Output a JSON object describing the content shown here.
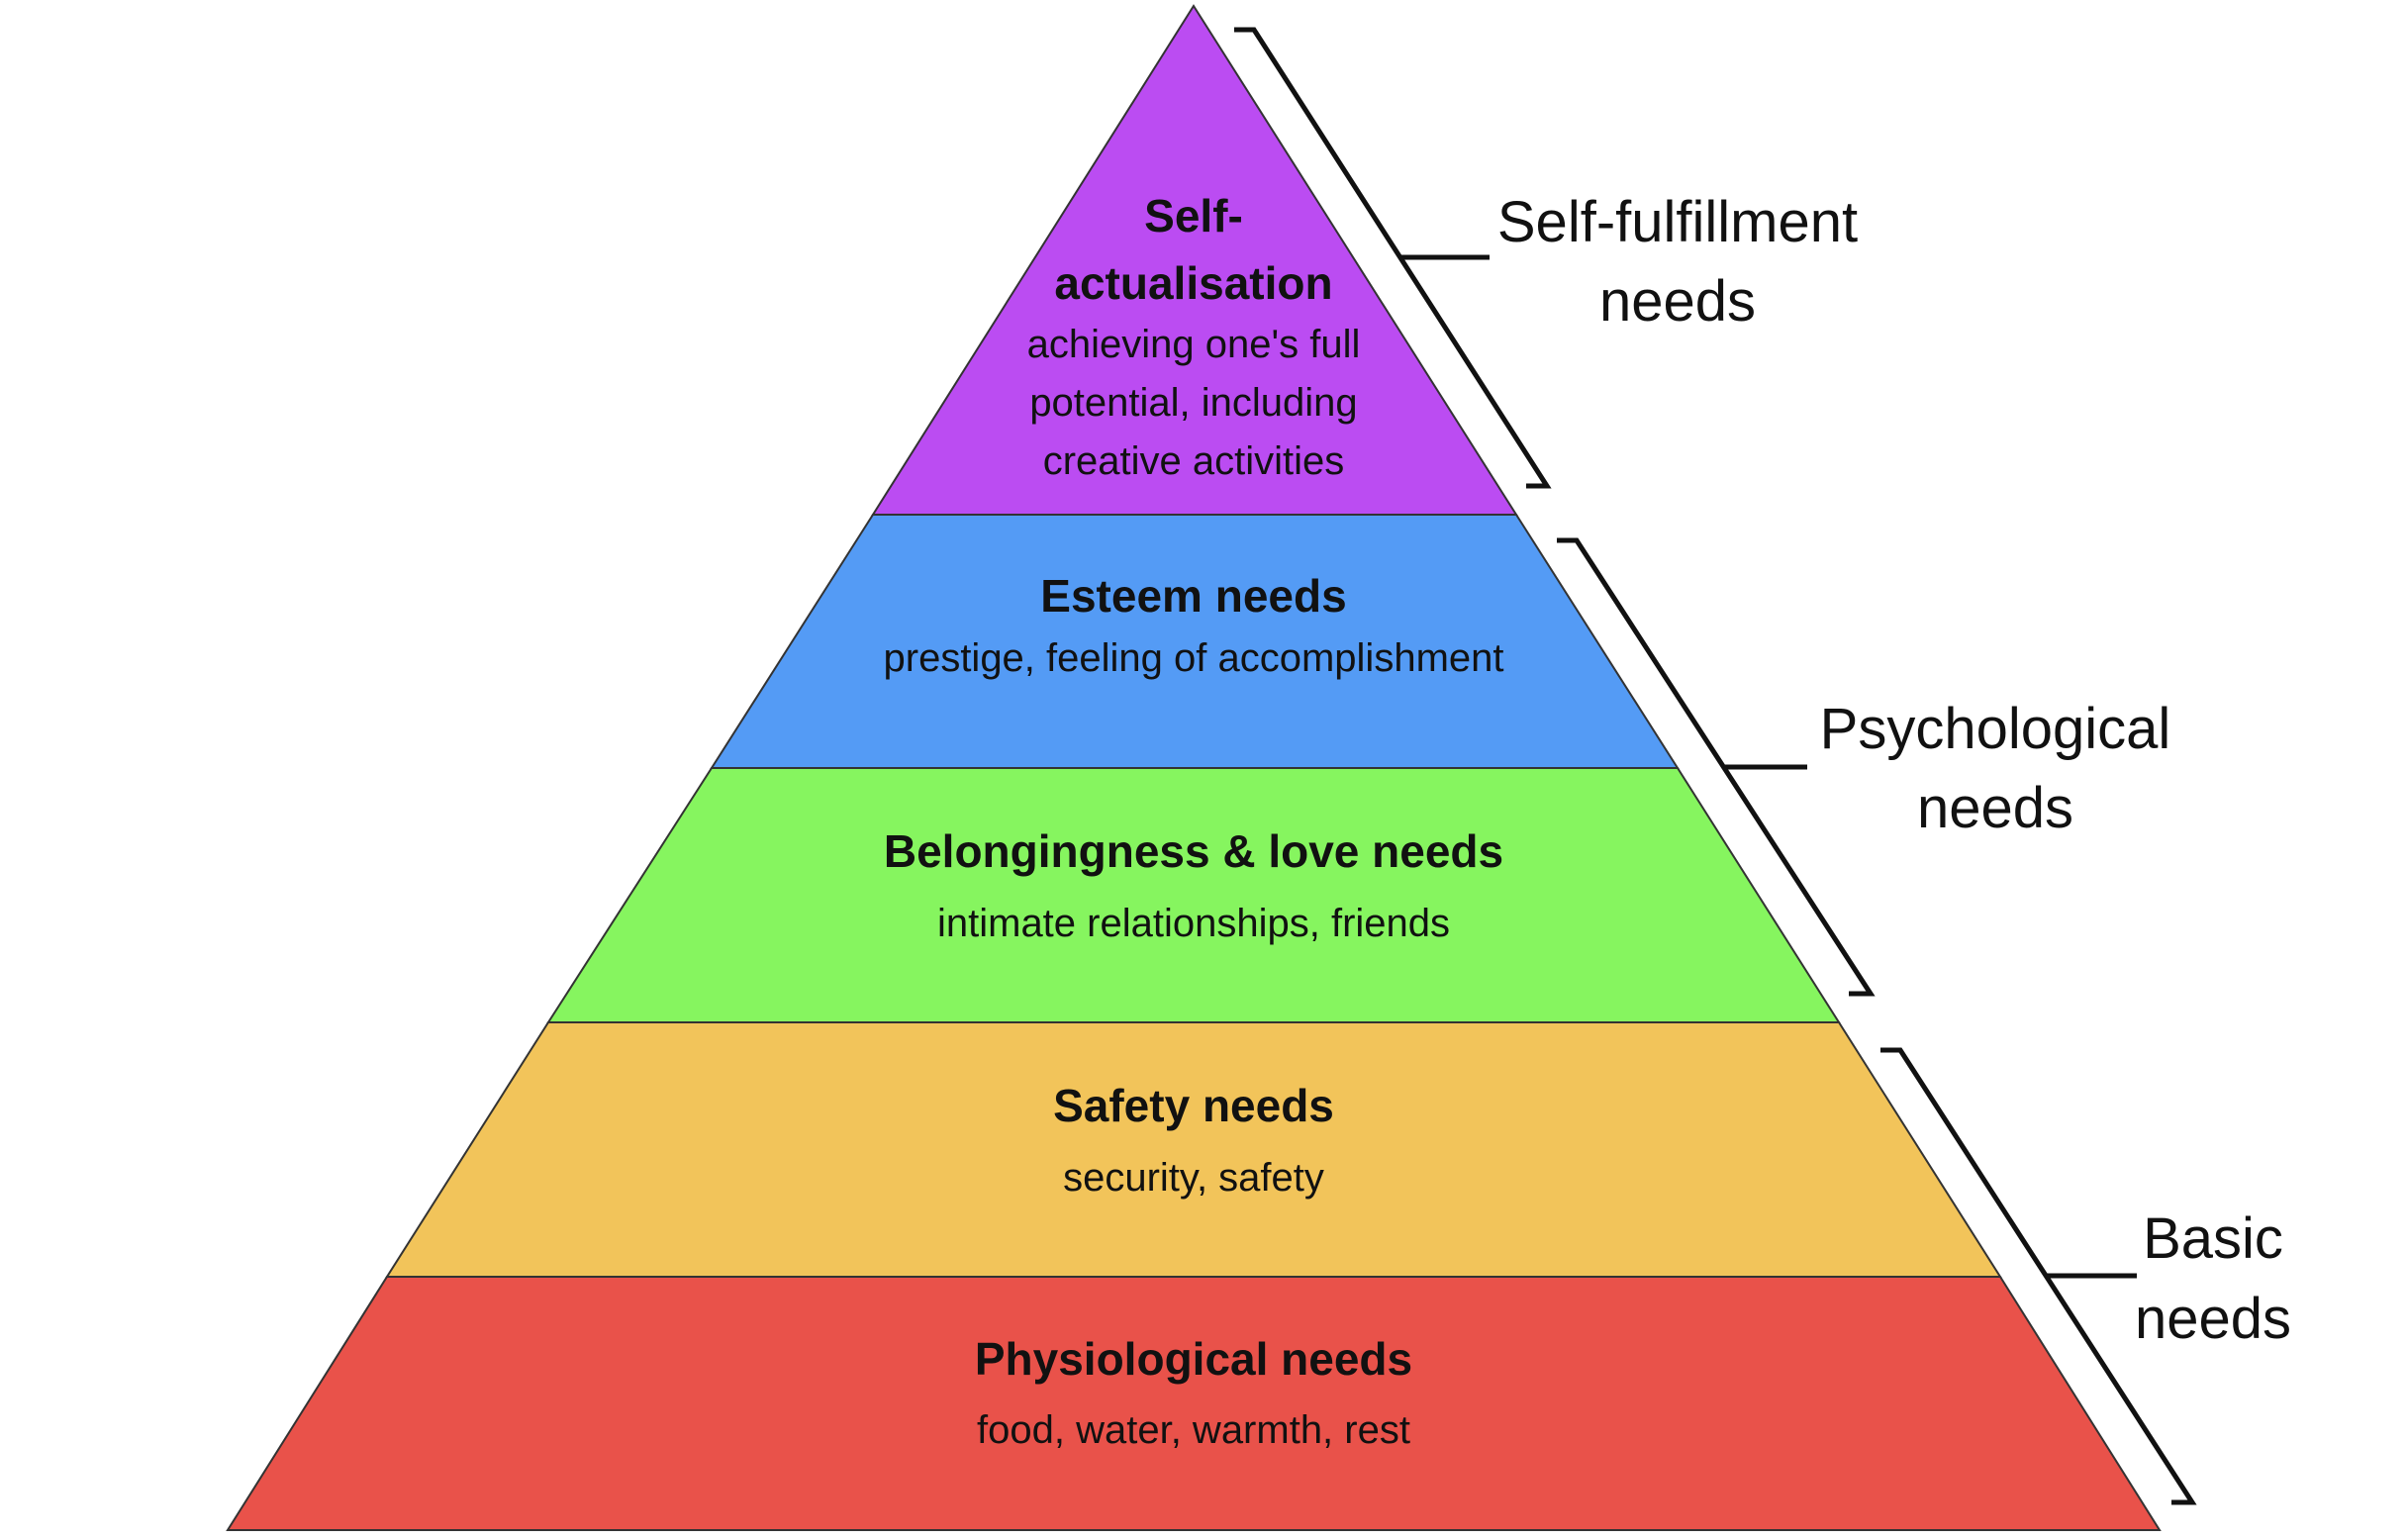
{
  "tiers": [
    {
      "id": "self-actualisation",
      "title_lines": [
        "Self-",
        "actualisation"
      ],
      "desc_lines": [
        "achieving one's full",
        "potential, including",
        "creative activities"
      ],
      "color": "#bb4cf2"
    },
    {
      "id": "esteem",
      "title_lines": [
        "Esteem needs"
      ],
      "desc_lines": [
        "prestige, feeling of accomplishment"
      ],
      "color": "#549bf5"
    },
    {
      "id": "belongingness",
      "title_lines": [
        "Belongingness & love needs"
      ],
      "desc_lines": [
        "intimate relationships, friends"
      ],
      "color": "#86f55f"
    },
    {
      "id": "safety",
      "title_lines": [
        "Safety needs"
      ],
      "desc_lines": [
        "security, safety"
      ],
      "color": "#f2c45a"
    },
    {
      "id": "physiological",
      "title_lines": [
        "Physiological needs"
      ],
      "desc_lines": [
        "food, water, warmth, rest"
      ],
      "color": "#e9524a"
    }
  ],
  "groups": [
    {
      "id": "self-fulfillment",
      "label_lines": [
        "Self-fulfillment",
        "needs"
      ]
    },
    {
      "id": "psychological",
      "label_lines": [
        "Psychological",
        "needs"
      ]
    },
    {
      "id": "basic",
      "label_lines": [
        "Basic",
        "needs"
      ]
    }
  ]
}
